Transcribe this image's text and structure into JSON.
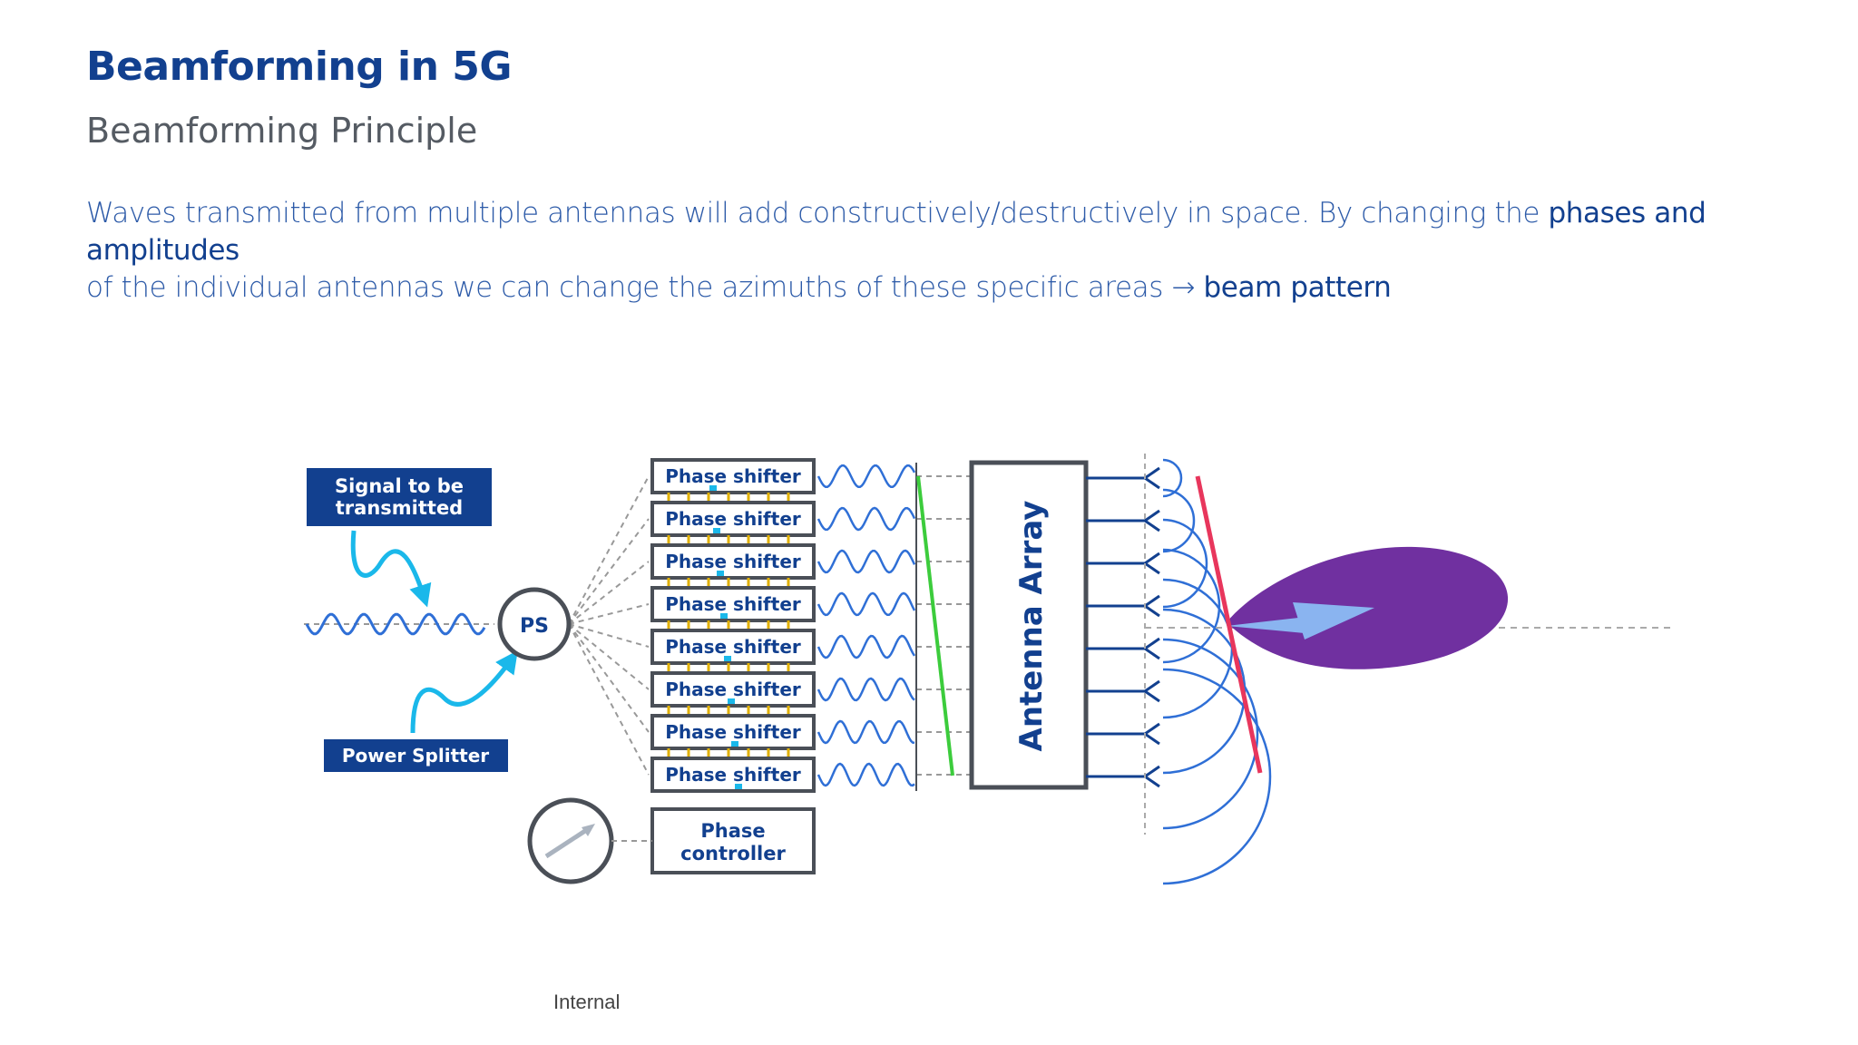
{
  "slide": {
    "title": "Beamforming in 5G",
    "subtitle": "Beamforming Principle",
    "paragraph": {
      "line1_a": "Waves transmitted from multiple antennas will add constructively/destructively in space. By changing the ",
      "line1_hl": "phases and amplitudes",
      "line2_a": "of the individual antennas we can change the azimuths of these specific areas → ",
      "line2_hl": "beam pattern"
    },
    "footer": "Internal"
  },
  "diagram": {
    "signal_label_1": "Signal to be",
    "signal_label_2": "transmitted",
    "power_splitter_label": "Power Splitter",
    "ps_label": "PS",
    "phase_shifter_label": "Phase shifter",
    "phase_shifter_count": 8,
    "phase_controller_1": "Phase",
    "phase_controller_2": "controller",
    "antenna_array_label": "Antenna Array",
    "colors": {
      "navy": "#12408f",
      "wave_blue": "#2f6fd6",
      "cyan": "#1ab8ea",
      "green": "#3ccc3c",
      "red": "#e8365c",
      "purple": "#7030a0",
      "arrow": "#8ab4f0",
      "gold": "#e0b000"
    }
  }
}
